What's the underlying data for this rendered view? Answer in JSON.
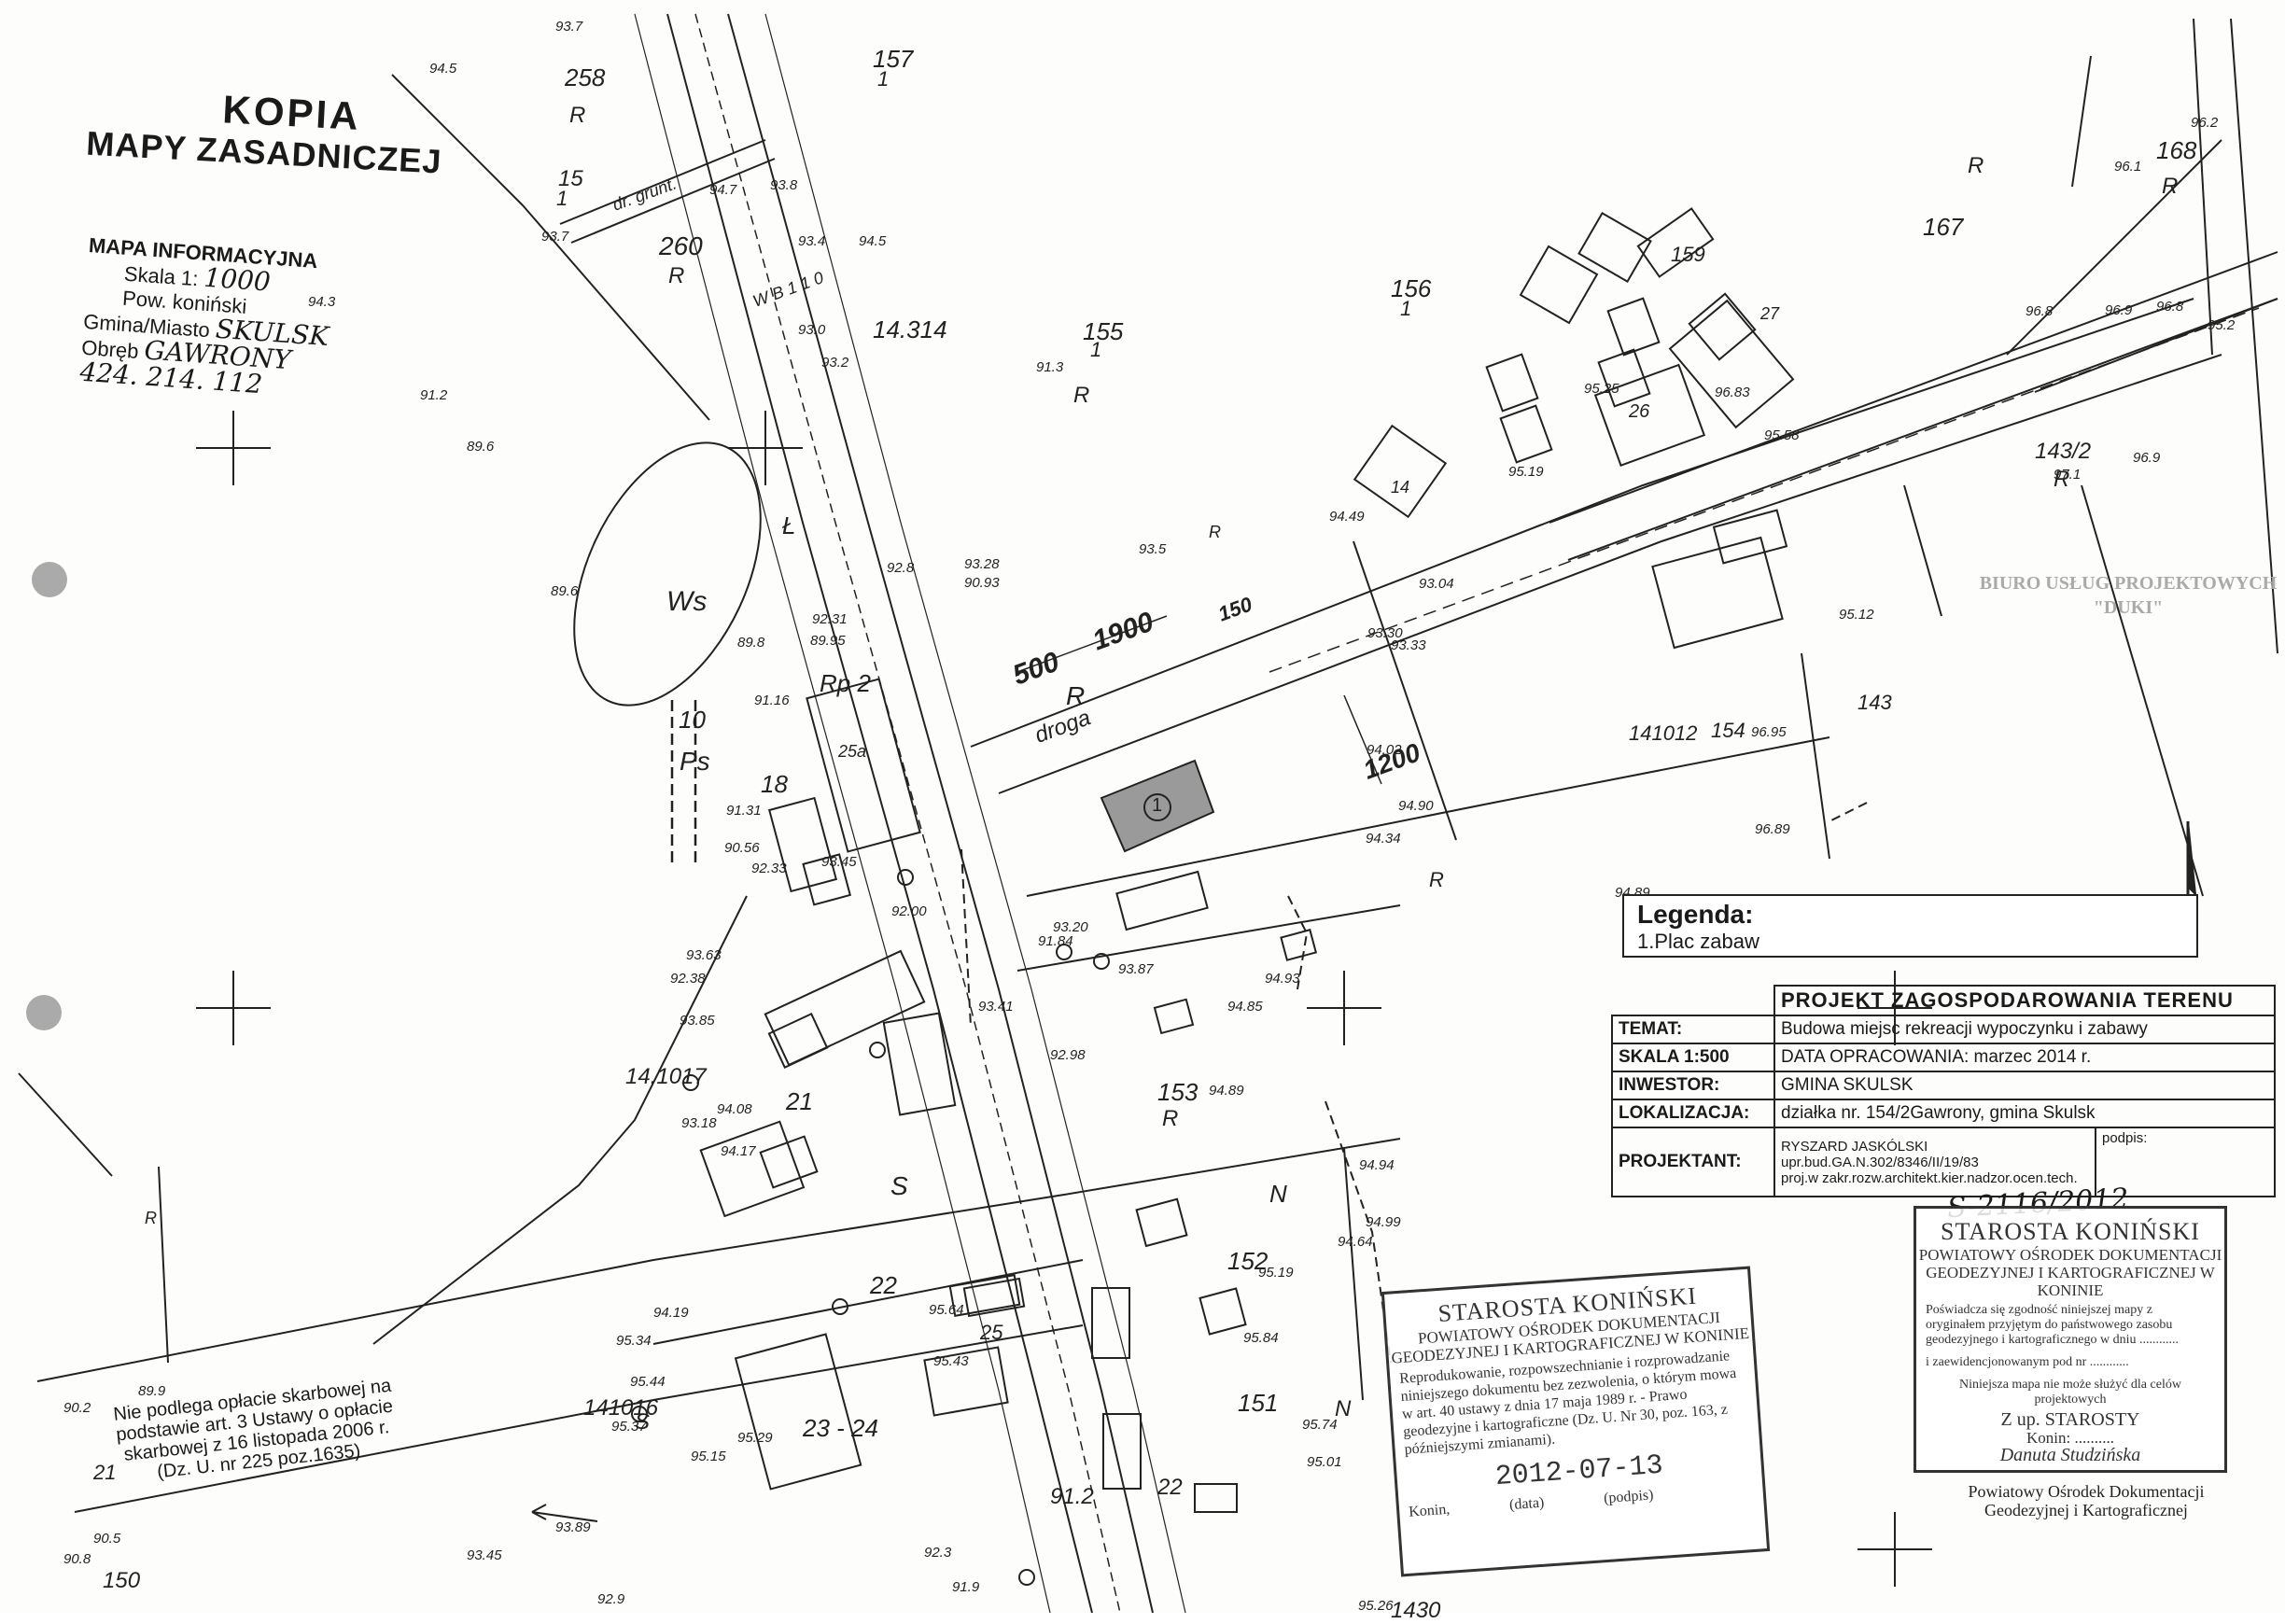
{
  "title": {
    "line1": "KOPIA",
    "line2": "MAPY ZASADNICZEJ"
  },
  "info": {
    "heading": "MAPA INFORMACYJNA",
    "scale_label": "Skala 1:",
    "scale_value": "1000",
    "county": "Pow. koniński",
    "gmina_label": "Gmina/Miasto",
    "gmina_value": "SKULSK",
    "obreb_label": "Obręb",
    "obreb_value": "GAWRONY",
    "code": "424. 214. 112"
  },
  "legend": {
    "title": "Legenda:",
    "item1": "1.Plac zabaw"
  },
  "project_box": {
    "header": "PROJEKT ZAGOSPODAROWANIA TERENU",
    "temat_label": "TEMAT:",
    "temat_value": "Budowa miejsc rekreacji wypoczynku i zabawy",
    "skala_label": "SKALA 1:500",
    "data_value": "DATA OPRACOWANIA: marzec 2014 r.",
    "inwestor_label": "INWESTOR:",
    "inwestor_value": "GMINA SKULSK",
    "lokalizacja_label": "LOKALIZACJA:",
    "lokalizacja_value": "działka nr. 154/2Gawrony, gmina Skulsk",
    "projektant_label": "PROJEKTANT:",
    "projektant_name": "RYSZARD JASKÓLSKI",
    "projektant_upr": "upr.bud.GA.N.302/8346/II/19/83",
    "projektant_zakres": "proj.w zakr.rozw.architekt.kier.nadzor.ocen.tech.",
    "podpis_label": "podpis:"
  },
  "doc_number": "S-2116/2012",
  "stamp_left": {
    "title": "STAROSTA KONIŃSKI",
    "unit": "POWIATOWY OŚRODEK DOKUMENTACJI GEODEZYJNEJ I KARTOGRAFICZNEJ W KONINIE",
    "text": "Reprodukowanie, rozpowszechnianie i rozprowadzanie niniejszego dokumentu bez zezwolenia, o którym mowa w art. 40 ustawy z dnia 17 maja 1989 r. - Prawo geodezyjne i kartograficzne (Dz. U. Nr 30, poz. 163, z późniejszymi zmianami).",
    "date": "2012-07-13",
    "konin_label": "Konin,",
    "data_label": "(data)",
    "podpis_label": "(podpis)"
  },
  "stamp_right": {
    "title": "STAROSTA KONIŃSKI",
    "unit": "POWIATOWY OŚRODEK DOKUMENTACJI GEODEZYJNEJ I KARTOGRAFICZNEJ W KONINIE",
    "text1": "Poświadcza się zgodność niniejszej mapy z oryginałem przyjętym do państwowego zasobu geodezyjnego i kartograficznego w dniu ............",
    "text2": "i zaewidencjonowanym pod nr ............",
    "text3": "Niniejsza mapa nie może służyć dla celów projektowych",
    "starosty": "Z up. STAROSTY",
    "konin": "Konin: ..........",
    "signer": "Danuta Studzińska",
    "footer": "Powiatowy Ośrodek Dokumentacji Geodezyjnej i Kartograficznej"
  },
  "note": "Nie podlega opłacie skarbowej na podstawie art. 3 Ustawy o opłacie skarbowej z 16 listopada 2006 r. (Dz. U. nr 225 poz.1635)",
  "faint_stamp": "BIURO USŁUG PROJEKTOWYCH \"DUKI\"",
  "labels": [
    {
      "t": "258",
      "c": "parcel"
    },
    {
      "t": "R",
      "c": "land"
    },
    {
      "t": "157",
      "c": "parcel"
    },
    {
      "t": "1",
      "c": "parcel"
    },
    {
      "t": "15",
      "c": "parcel"
    },
    {
      "t": "1",
      "c": "parcel"
    },
    {
      "t": "dr. grunt.",
      "c": "road"
    },
    {
      "t": "260",
      "c": "parcel"
    },
    {
      "t": "R",
      "c": "land"
    },
    {
      "t": "W B 1 1 0",
      "c": "road"
    },
    {
      "t": "14.314",
      "c": "parcel"
    },
    {
      "t": "155",
      "c": "parcel"
    },
    {
      "t": "1",
      "c": "parcel"
    },
    {
      "t": "R",
      "c": "land"
    },
    {
      "t": "156",
      "c": "parcel"
    },
    {
      "t": "1",
      "c": "parcel"
    },
    {
      "t": "159",
      "c": "parcel"
    },
    {
      "t": "167",
      "c": "parcel"
    },
    {
      "t": "168",
      "c": "parcel"
    },
    {
      "t": "R",
      "c": "land"
    },
    {
      "t": "R",
      "c": "land"
    },
    {
      "t": "143/2",
      "c": "parcel"
    },
    {
      "t": "R",
      "c": "land"
    },
    {
      "t": "143",
      "c": "parcel"
    },
    {
      "t": "Ws",
      "c": "land"
    },
    {
      "t": "Ł",
      "c": "land"
    },
    {
      "t": "10",
      "c": "parcel"
    },
    {
      "t": "Ps",
      "c": "land"
    },
    {
      "t": "18",
      "c": "parcel"
    },
    {
      "t": "25a",
      "c": "building"
    },
    {
      "t": "Rp 2",
      "c": "land"
    },
    {
      "t": "droga",
      "c": "road"
    },
    {
      "t": "141012",
      "c": "parcel"
    },
    {
      "t": "154",
      "c": "parcel"
    },
    {
      "t": "500",
      "c": "dim"
    },
    {
      "t": "1900",
      "c": "dim"
    },
    {
      "t": "1200",
      "c": "dim"
    },
    {
      "t": "150",
      "c": "dim"
    },
    {
      "t": "R",
      "c": "land"
    },
    {
      "t": "R",
      "c": "land"
    },
    {
      "t": "21",
      "c": "parcel"
    },
    {
      "t": "S",
      "c": "land"
    },
    {
      "t": "153",
      "c": "parcel"
    },
    {
      "t": "R",
      "c": "land"
    },
    {
      "t": "14.1017",
      "c": "parcel"
    },
    {
      "t": "152",
      "c": "parcel"
    },
    {
      "t": "N",
      "c": "land"
    },
    {
      "t": "151",
      "c": "parcel"
    },
    {
      "t": "N",
      "c": "land"
    },
    {
      "t": "22",
      "c": "parcel"
    },
    {
      "t": "23 - 24",
      "c": "parcel"
    },
    {
      "t": "141016",
      "c": "parcel"
    },
    {
      "t": "S",
      "c": "land"
    },
    {
      "t": "25",
      "c": "building"
    },
    {
      "t": "26",
      "c": "building"
    },
    {
      "t": "27",
      "c": "building"
    },
    {
      "t": "14",
      "c": "building"
    },
    {
      "t": "R",
      "c": "land"
    },
    {
      "t": "22",
      "c": "parcel"
    },
    {
      "t": "21",
      "c": "parcel"
    },
    {
      "t": "150",
      "c": "parcel"
    },
    {
      "t": "1430",
      "c": "parcel"
    },
    {
      "t": "91.2",
      "c": "height"
    },
    {
      "t": "R",
      "c": "land"
    }
  ],
  "heights": [
    "93.7",
    "94.5",
    "94.3",
    "93.7",
    "94.7",
    "93.8",
    "93.4",
    "94.5",
    "93.0",
    "93.2",
    "91.3",
    "91.2",
    "89.6",
    "89.6",
    "93.5",
    "92.8",
    "93.28",
    "90.93",
    "92.31",
    "89.95",
    "89.8",
    "91.16",
    "91.31",
    "90.56",
    "92.33",
    "93.45",
    "92.00",
    "93.20",
    "91.84",
    "93.87",
    "92.38",
    "93.85",
    "93.63",
    "94.08",
    "94.17",
    "93.18",
    "93.41",
    "92.98",
    "94.89",
    "94.85",
    "94.93",
    "94.19",
    "95.34",
    "95.44",
    "95.37",
    "95.15",
    "95.29",
    "95.43",
    "95.64",
    "93.89",
    "93.45",
    "92.9",
    "92.3",
    "91.9",
    "90.5",
    "90.8",
    "89.9",
    "90.2",
    "95.01",
    "95.74",
    "95.84",
    "95.19",
    "94.64",
    "94.99",
    "94.94",
    "95.26",
    "96.2",
    "96.1",
    "96.8",
    "96.9",
    "96.8",
    "97.1",
    "96.9",
    "95.2",
    "96.95",
    "96.89",
    "94.89",
    "94.02",
    "94.90",
    "94.34",
    "93.30",
    "93.33",
    "93.04",
    "95.12",
    "95.58",
    "96.83",
    "95.25",
    "95.19",
    "94.49"
  ],
  "marks": {
    "plac_zabaw": "1"
  }
}
